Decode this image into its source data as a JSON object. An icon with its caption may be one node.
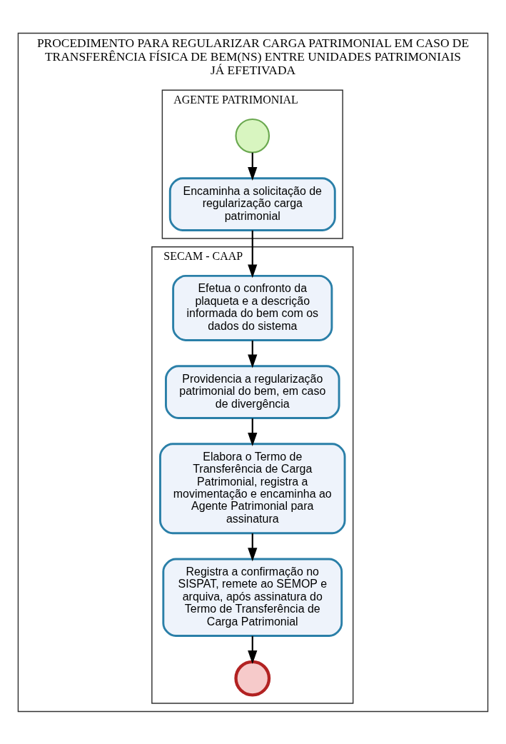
{
  "diagram": {
    "nodes": [
      {
        "text": [
          "PROCEDIMENTO PARA REGULARIZAR CARGA PATRIMONIAL EM CASO DE TRANSFERÊNCIA FÍSICA DE BEM(NS) ENTRE UNIDADES PATRIMONIAIS JÁ EFETIVADA"
        ]
      },
      {
        "text": [
          "AGENTE PATRIMONIAL"
        ],
        "in": 0
      },
      {
        "text": [],
        "shape": "circle",
        "in": 1
      },
      {
        "text": [
          "Encaminha a solicitação de regularização carga patrimonial"
        ],
        "in": 1
      },
      {
        "text": [
          "SECAM - CAAP"
        ],
        "in": 0
      },
      {
        "text": [
          "Efetua o confronto da plaqueta e a descrição informada do bem com os dados do sistema"
        ],
        "in": 4
      },
      {
        "text": [
          "Providencia a regularização patrimonial do bem, em caso de divergência"
        ],
        "in": 4
      },
      {
        "text": [
          "Elabora o Termo de Transferência de Carga Patrimonial, registra a movimentação e encaminha ao Agente Patrimonial para assinatura"
        ],
        "in": 4
      },
      {
        "text": [
          "Registra a confirmação no SISPAT, remete ao SEMOP e arquiva, após assinatura do Termo de Transferência de Carga Patrimonial"
        ],
        "in": 4
      },
      {
        "text": [],
        "shape": "circle",
        "in": 4
      }
    ],
    "edges": [
      {
        "from": 2,
        "to": 3,
        "arrow": "to"
      },
      {
        "from": 3,
        "to": 5,
        "arrow": "to"
      },
      {
        "from": 5,
        "to": 6,
        "arrow": "to"
      },
      {
        "from": 6,
        "to": 7,
        "arrow": "to"
      },
      {
        "from": 7,
        "to": 8,
        "arrow": "to"
      },
      {
        "from": 8,
        "to": 9,
        "arrow": "to"
      }
    ]
  }
}
